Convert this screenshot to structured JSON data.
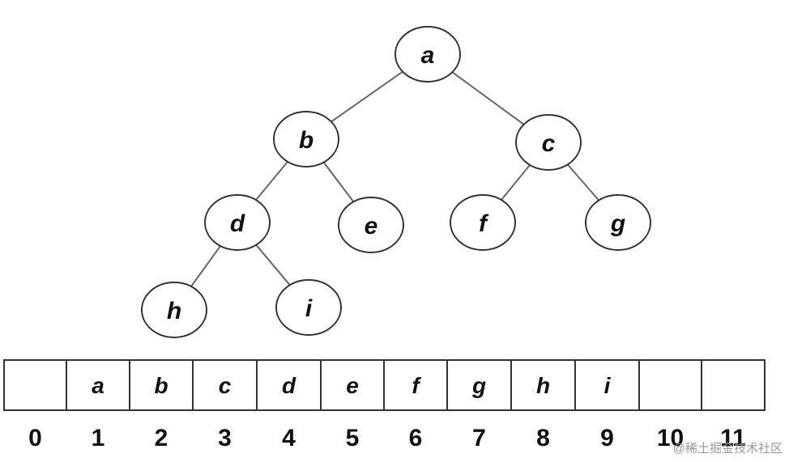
{
  "tree": {
    "nodes": [
      {
        "id": "a",
        "label": "a"
      },
      {
        "id": "b",
        "label": "b"
      },
      {
        "id": "c",
        "label": "c"
      },
      {
        "id": "d",
        "label": "d"
      },
      {
        "id": "e",
        "label": "e"
      },
      {
        "id": "f",
        "label": "f"
      },
      {
        "id": "g",
        "label": "g"
      },
      {
        "id": "h",
        "label": "h"
      },
      {
        "id": "i",
        "label": "i"
      }
    ],
    "edges": [
      [
        "a",
        "b"
      ],
      [
        "a",
        "c"
      ],
      [
        "b",
        "d"
      ],
      [
        "b",
        "e"
      ],
      [
        "c",
        "f"
      ],
      [
        "c",
        "g"
      ],
      [
        "d",
        "h"
      ],
      [
        "d",
        "i"
      ]
    ]
  },
  "array": {
    "cells": [
      "",
      "a",
      "b",
      "c",
      "d",
      "e",
      "f",
      "g",
      "h",
      "i",
      "",
      ""
    ],
    "indices": [
      "0",
      "1",
      "2",
      "3",
      "4",
      "5",
      "6",
      "7",
      "8",
      "9",
      "10",
      "11"
    ]
  },
  "watermark": "@稀土掘金技术社区",
  "colors": {
    "stroke": "#333333",
    "edge": "#666666",
    "text": "#111111",
    "background": "#ffffff"
  }
}
